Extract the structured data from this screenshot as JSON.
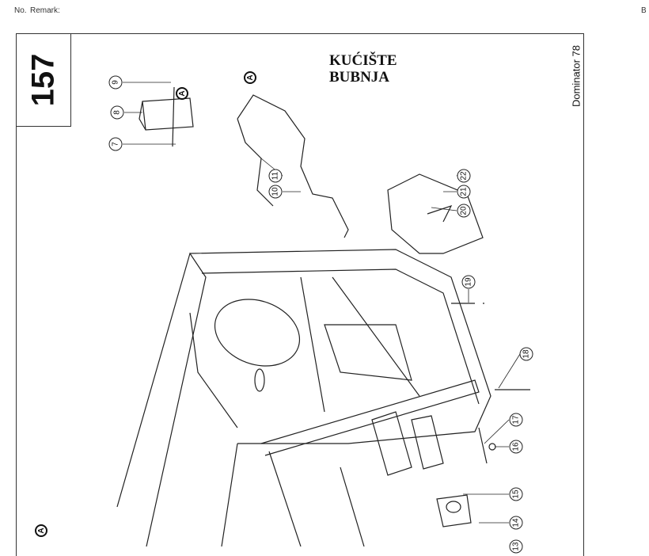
{
  "header": {
    "no_label": "No.",
    "remark_label": "Remark:",
    "b_label": "B"
  },
  "page_number": "157",
  "title": {
    "line1": "KUĆIŠTE",
    "line2": "BUBNJA"
  },
  "model": "Dominator 78",
  "callouts": [
    "7",
    "8",
    "9",
    "10",
    "11",
    "13",
    "14",
    "15",
    "16",
    "17",
    "18",
    "19",
    "20",
    "21",
    "22"
  ],
  "detail_marker": "A"
}
